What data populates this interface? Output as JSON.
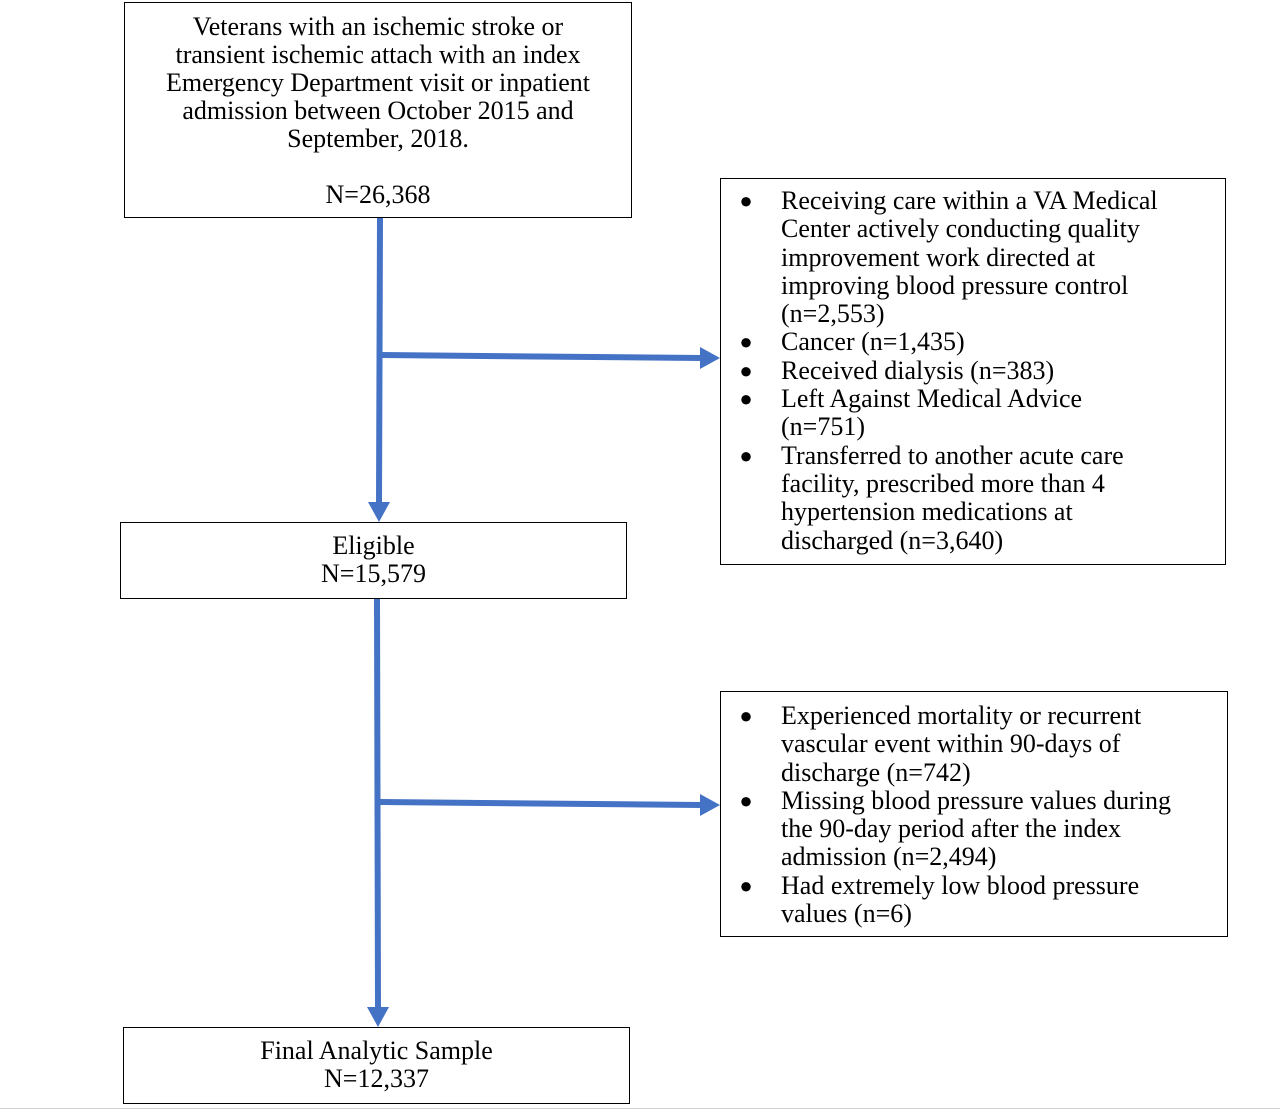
{
  "start_box": {
    "lines": [
      "Veterans with an ischemic stroke or",
      "transient ischemic attach with an index",
      "Emergency Department visit or inpatient",
      "admission between October 2015 and",
      "September, 2018."
    ],
    "count": "N=26,368"
  },
  "exclusion_1": {
    "items": [
      {
        "lines": [
          "Receiving care within a VA Medical",
          "Center actively conducting quality",
          "improvement work directed at",
          "improving blood pressure control",
          "(n=2,553)"
        ]
      },
      {
        "lines": [
          "Cancer (n=1,435)"
        ]
      },
      {
        "lines": [
          "Received dialysis (n=383)"
        ]
      },
      {
        "lines": [
          "Left Against Medical Advice",
          "(n=751)"
        ]
      },
      {
        "lines": [
          "Transferred to another acute care",
          "facility, prescribed more than 4",
          "hypertension medications at",
          "discharged (n=3,640)"
        ]
      }
    ]
  },
  "eligible_box": {
    "label": "Eligible",
    "count": "N=15,579"
  },
  "exclusion_2": {
    "items": [
      {
        "lines": [
          "Experienced mortality or recurrent",
          "vascular event within 90-days of",
          "discharge (n=742)"
        ]
      },
      {
        "lines": [
          "Missing blood pressure values during",
          "the 90-day period after the index",
          "admission (n=2,494)"
        ]
      },
      {
        "lines": [
          "Had extremely low blood pressure",
          "values (n=6)"
        ]
      }
    ]
  },
  "final_box": {
    "label": "Final Analytic Sample",
    "count": "N=12,337"
  },
  "colors": {
    "arrow": "#4472C4",
    "border": "#000000"
  },
  "bullet_glyph": "●"
}
